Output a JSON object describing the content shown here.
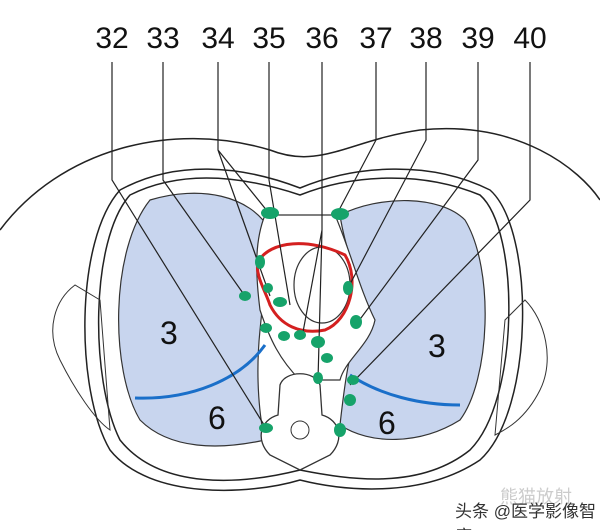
{
  "station_labels": [
    "32",
    "33",
    "34",
    "35",
    "36",
    "37",
    "38",
    "39",
    "40"
  ],
  "zone_labels": {
    "left_upper": "3",
    "left_lower": "6",
    "right_upper": "3",
    "right_lower": "6"
  },
  "watermark": "头条 @医学影像智库",
  "watermark_faint": "熊猫放射",
  "colors": {
    "lung": "#c8d5ee",
    "fissure": "#1a6fc9",
    "outline": "#d42020",
    "node": "#16a36a"
  }
}
